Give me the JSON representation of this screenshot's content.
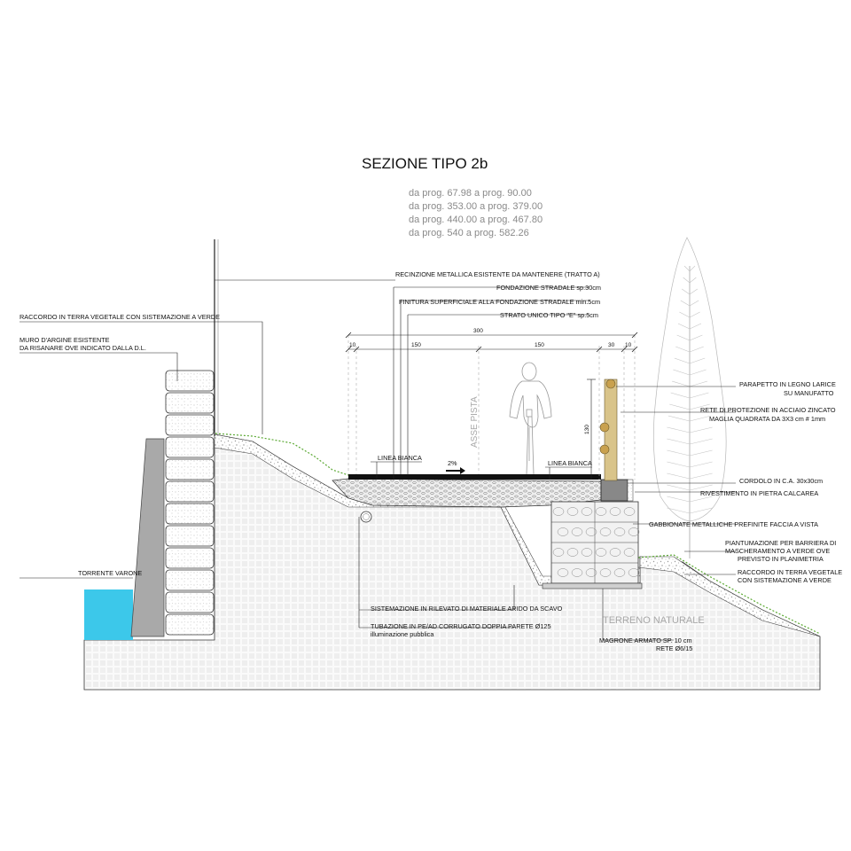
{
  "title": "SEZIONE TIPO 2b",
  "progressive": [
    "da prog. 67.98 a prog. 90.00",
    "da prog. 353.00 a prog. 379.00",
    "da prog. 440.00 a prog. 467.80",
    "da prog. 540 a prog. 582.26"
  ],
  "annotations": {
    "recinzione": "RECINZIONE METALLICA ESISTENTE DA MANTENERE (TRATTO A)",
    "fondazione": "FONDAZIONE STRADALE sp.30cm",
    "finitura": "FINITURA SUPERFICIALE ALLA FONDAZIONE STRADALE min.5cm",
    "strato": "STRATO UNICO TIPO \"E\" sp.5cm",
    "raccordo_left": "RACCORDO IN TERRA VEGETALE CON SISTEMAZIONE A VERDE",
    "muro_1": "MURO D'ARGINE ESISTENTE",
    "muro_2": "DA RISANARE OVE INDICATO DALLA D.L.",
    "torrente": "TORRENTE VARONE",
    "parapetto_1": "PARAPETTO IN LEGNO LARICE",
    "parapetto_2": "SU MANUFATTO",
    "rete_1": "RETE DI PROTEZIONE IN ACCIAIO ZINCATO",
    "rete_2": "MAGLIA QUADRATA DA 3X3 cm # 1mm",
    "cordolo": "CORDOLO IN C.A. 30x30cm",
    "rivestimento": "RIVESTIMENTO IN PIETRA CALCAREA",
    "gabbionate": "GABBIONATE METALLICHE PREFINITE FACCIA A VISTA",
    "piantumazione_1": "PIANTUMAZIONE PER BARRIERA DI",
    "piantumazione_2": "MASCHERAMENTO A VERDE OVE",
    "piantumazione_3": "PREVISTO IN PLANIMETRIA",
    "raccordo_right_1": "RACCORDO IN TERRA VEGETALE",
    "raccordo_right_2": "CON SISTEMAZIONE A VERDE",
    "sistemazione": "SISTEMAZIONE IN RILEVATO DI MATERIALE ARIDO DA SCAVO",
    "tubazione_1": "TUBAZIONE IN PE/AD CORRUGATO DOPPIA PARETE Ø125",
    "tubazione_2": "illuminazione pubblica",
    "magrone_1": "MAGRONE ARMATO SP. 10 cm",
    "magrone_2": "RETE Ø6/15",
    "linea_left": "LINEA BIANCA",
    "linea_right": "LINEA BIANCA",
    "asse": "ASSE PISTA",
    "pendenza": "2%",
    "terreno": "TERRENO NATURALE"
  },
  "dimensions": {
    "total": "300",
    "d_left_10": "10",
    "d_left_150": "150",
    "d_right_150": "150",
    "d_30": "30",
    "d_right_10": "10",
    "h_130": "130"
  },
  "colors": {
    "water": "#3cc8ea",
    "grass": "#5aa832",
    "ink": "#222222",
    "grey_text": "#8a8a8a",
    "wood": "#d9c48a",
    "asphalt": "#111111"
  }
}
